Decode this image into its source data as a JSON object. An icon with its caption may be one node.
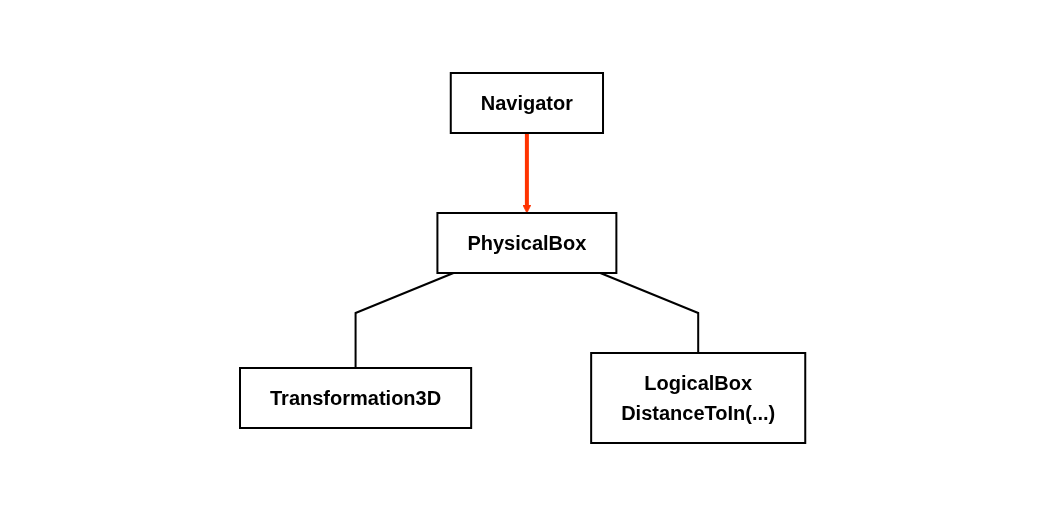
{
  "diagram": {
    "nodes": [
      {
        "text": [
          "Navigator"
        ]
      },
      {
        "text": [
          "PhysicalBox"
        ]
      },
      {
        "text": [
          "Transformation3D"
        ]
      },
      {
        "text": [
          "LogicalBox",
          "DistanceToIn(...)"
        ]
      }
    ],
    "edges": [
      {
        "from": 0,
        "to": 1,
        "arrow": "to",
        "style": "thick",
        "color": "#ff3300"
      },
      {
        "from": 1,
        "to": 2,
        "arrow": "none"
      },
      {
        "from": 1,
        "to": 3,
        "arrow": "none"
      }
    ]
  }
}
